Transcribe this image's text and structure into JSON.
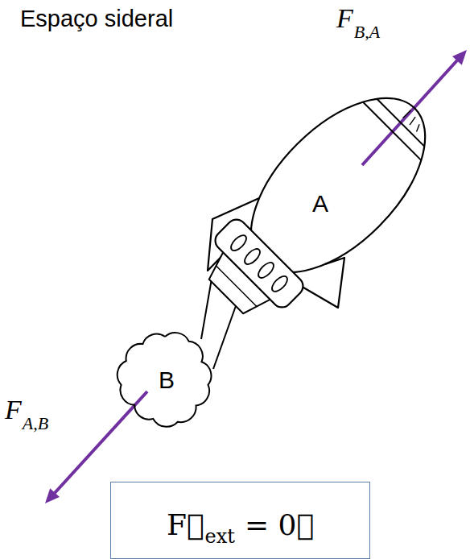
{
  "diagram": {
    "nodes": [
      {
        "text": [
          "A"
        ]
      },
      {
        "text": [
          "B"
        ]
      },
      {
        "text": [
          "F⃗",
          "ext",
          "= 0⃗"
        ]
      }
    ],
    "labels": [
      "Espaço sideral",
      "F",
      "B,A",
      "F",
      "A,B"
    ]
  }
}
